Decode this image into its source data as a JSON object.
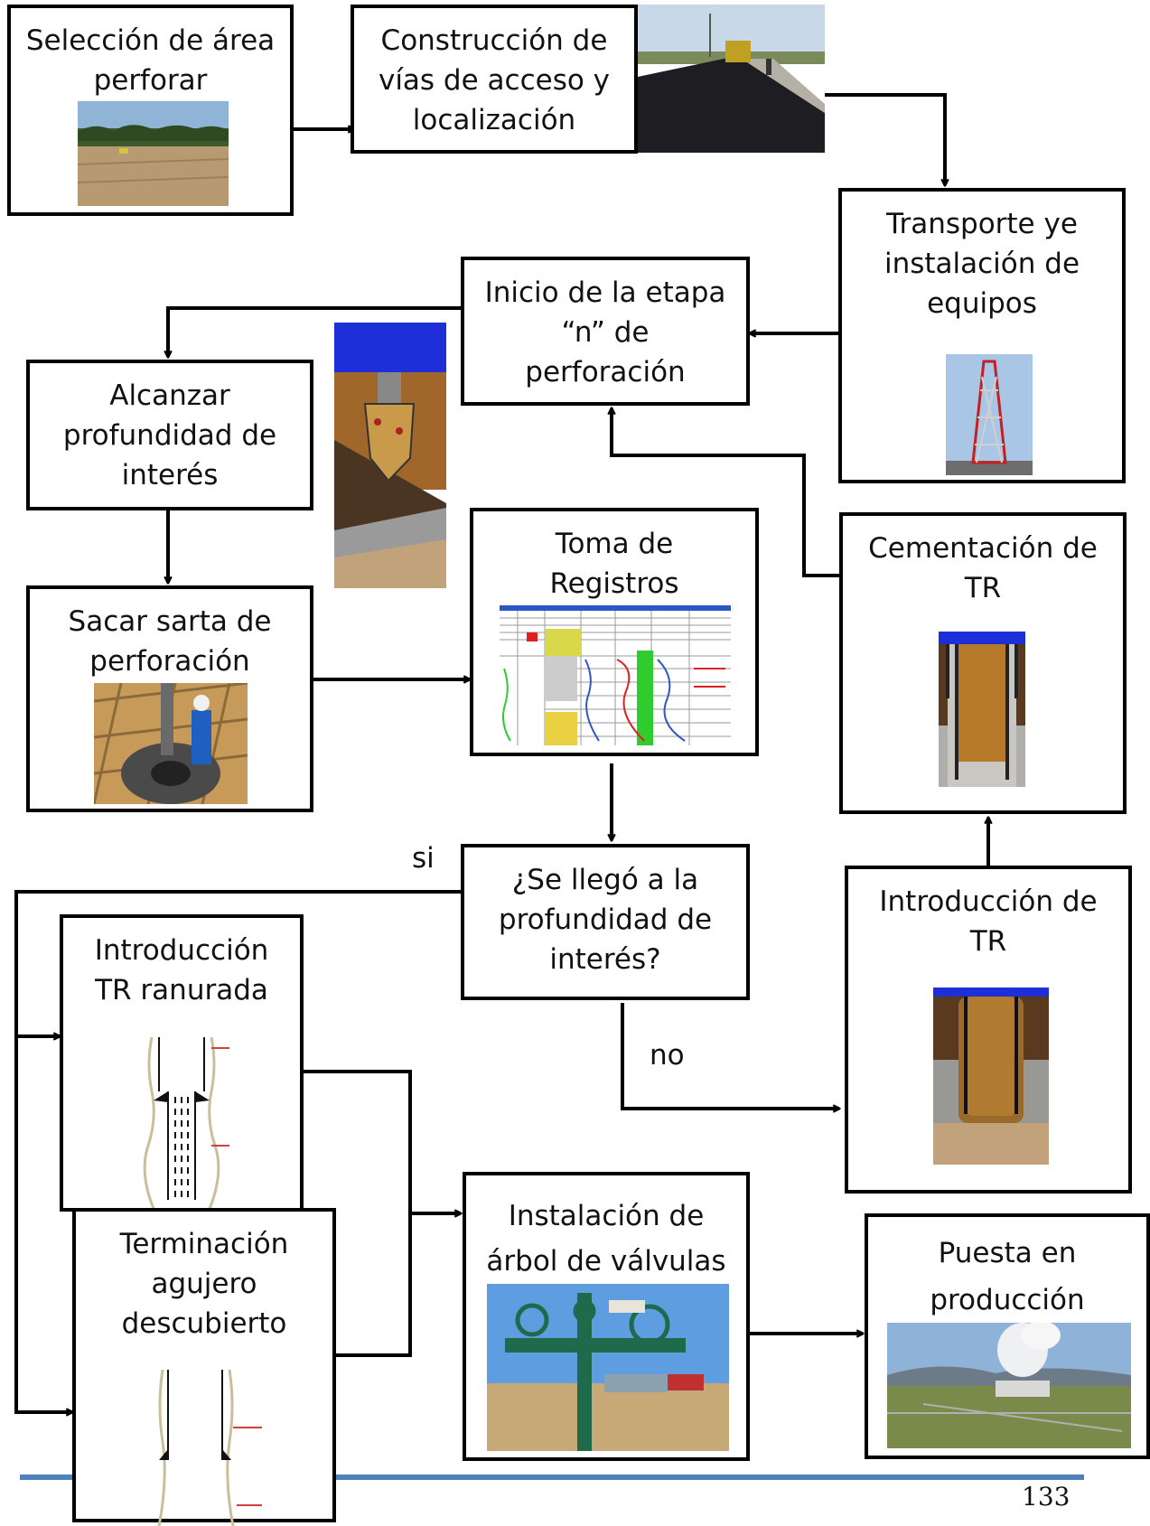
{
  "nodes": {
    "seleccion": "Selección de área\nperforar",
    "construccion": "Construcción de\nvías de acceso y\nlocalización",
    "transporte": "Transporte ye\ninstalación de\nequipos",
    "inicio": "Inicio de la etapa\n“n”  de\nperforación",
    "alcanzar": "Alcanzar\nprofundidad de\ninterés",
    "sacar": "Sacar sarta de\nperforación",
    "toma": "Toma de\nRegistros",
    "cementacion": "Cementación de\nTR",
    "pregunta": "¿Se llegó a la\nprofundidad de\ninterés?",
    "intro_tr": "Introducción de\nTR",
    "intro_ranurada": "Introducción\nTR ranurada",
    "terminacion": "Terminación\nagujero\ndescubierto",
    "instalacion": "Instalación de\nárbol de válvulas",
    "puesta": "Puesta en\nproducción"
  },
  "edge_labels": {
    "yes": "si",
    "no": "no"
  },
  "page_number": "133",
  "colors": {
    "footer_rule": "#4f81bd",
    "log_blue": "#2f56c8",
    "log_green": "#2ecc2e",
    "log_red": "#e02020"
  }
}
